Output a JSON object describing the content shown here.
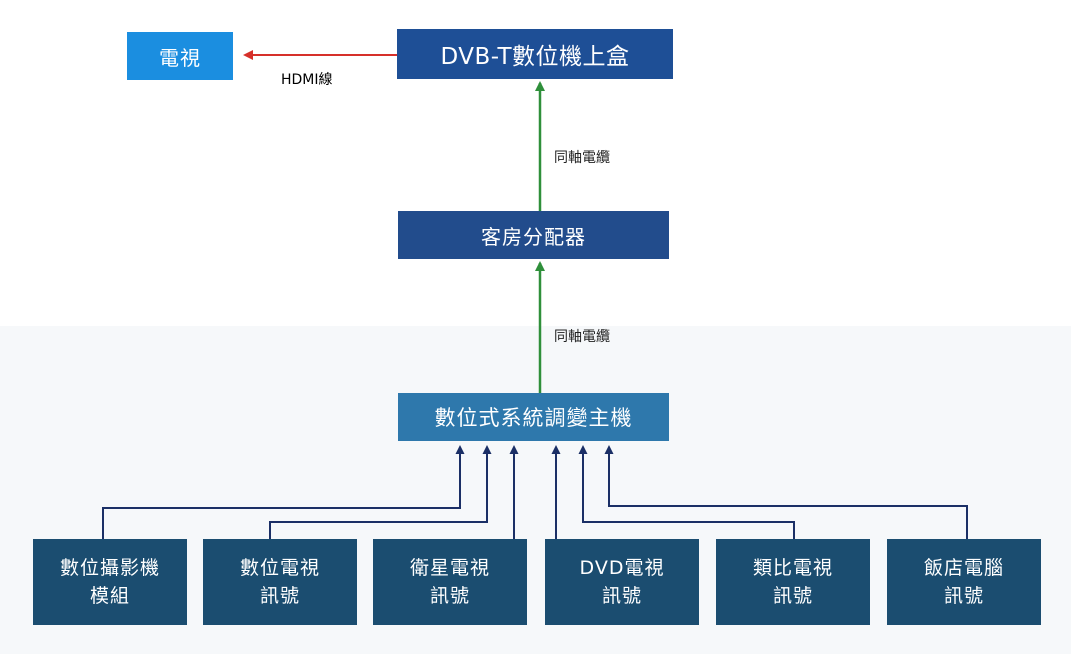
{
  "nodes": {
    "tv": "電視",
    "set_top_box": "DVB-T數位機上盒",
    "room_splitter": "客房分配器",
    "headend": "數位式系統調變主機"
  },
  "edges": {
    "hdmi": "HDMI線",
    "coax_upper": "同軸電纜",
    "coax_lower": "同軸電纜"
  },
  "sources": [
    {
      "line1": "數位攝影機",
      "line2": "模組"
    },
    {
      "line1": "數位電視",
      "line2": "訊號"
    },
    {
      "line1": "衛星電視",
      "line2": "訊號"
    },
    {
      "line1": "DVD電視",
      "line2": "訊號"
    },
    {
      "line1": "類比電視",
      "line2": "訊號"
    },
    {
      "line1": "飯店電腦",
      "line2": "訊號"
    }
  ],
  "colors": {
    "tv_box": "#1b8ee0",
    "stb_box": "#1e4f96",
    "splitter_box": "#224c8c",
    "headend_box": "#2e78ac",
    "source_box": "#1b4d70",
    "hdmi_arrow": "#d6302a",
    "coax_arrow": "#2f8f3a",
    "feed_arrow": "#1b2f66"
  }
}
